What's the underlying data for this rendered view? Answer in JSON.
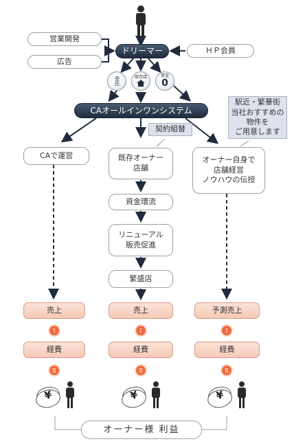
{
  "top": {
    "center_label": "ドリーマー",
    "left_top": "営業開発",
    "left_bottom": "広告",
    "right": "ＨＰ会員",
    "badge_left": "受託",
    "badge_middle": "既存店",
    "badge_right_top": "資金",
    "badge_right_value": "0"
  },
  "system_label": "CAオールインワンシステム",
  "columns": {
    "left": {
      "header": "CAで運営",
      "sales": "売上",
      "expense": "経費"
    },
    "middle": {
      "note": "契約組替",
      "header": "既存オーナー\n店舗",
      "steps": [
        "資金環流",
        "リニューアル\n販売促進",
        "繁盛店"
      ],
      "sales": "売上",
      "expense": "経費"
    },
    "right": {
      "note": "駅近・繁華街\n当社おすすめの\n物件を\nご用意します",
      "header": "オーナー自身で\n店舗経営\nノウハウの伝授",
      "sales": "予測売上",
      "expense": "経費"
    }
  },
  "roman_one": "Ⅰ",
  "roman_two": "Ⅱ",
  "yen_symbol": "¥",
  "footer_label": "オーナー様 利益",
  "colors": {
    "dark": "#2a374a",
    "orange": "#f06b3e",
    "orange_box": "#f7d3c3",
    "note": "#dde2ec"
  },
  "icons": [
    "person-icon",
    "house-icon",
    "yen-coin-icon"
  ]
}
